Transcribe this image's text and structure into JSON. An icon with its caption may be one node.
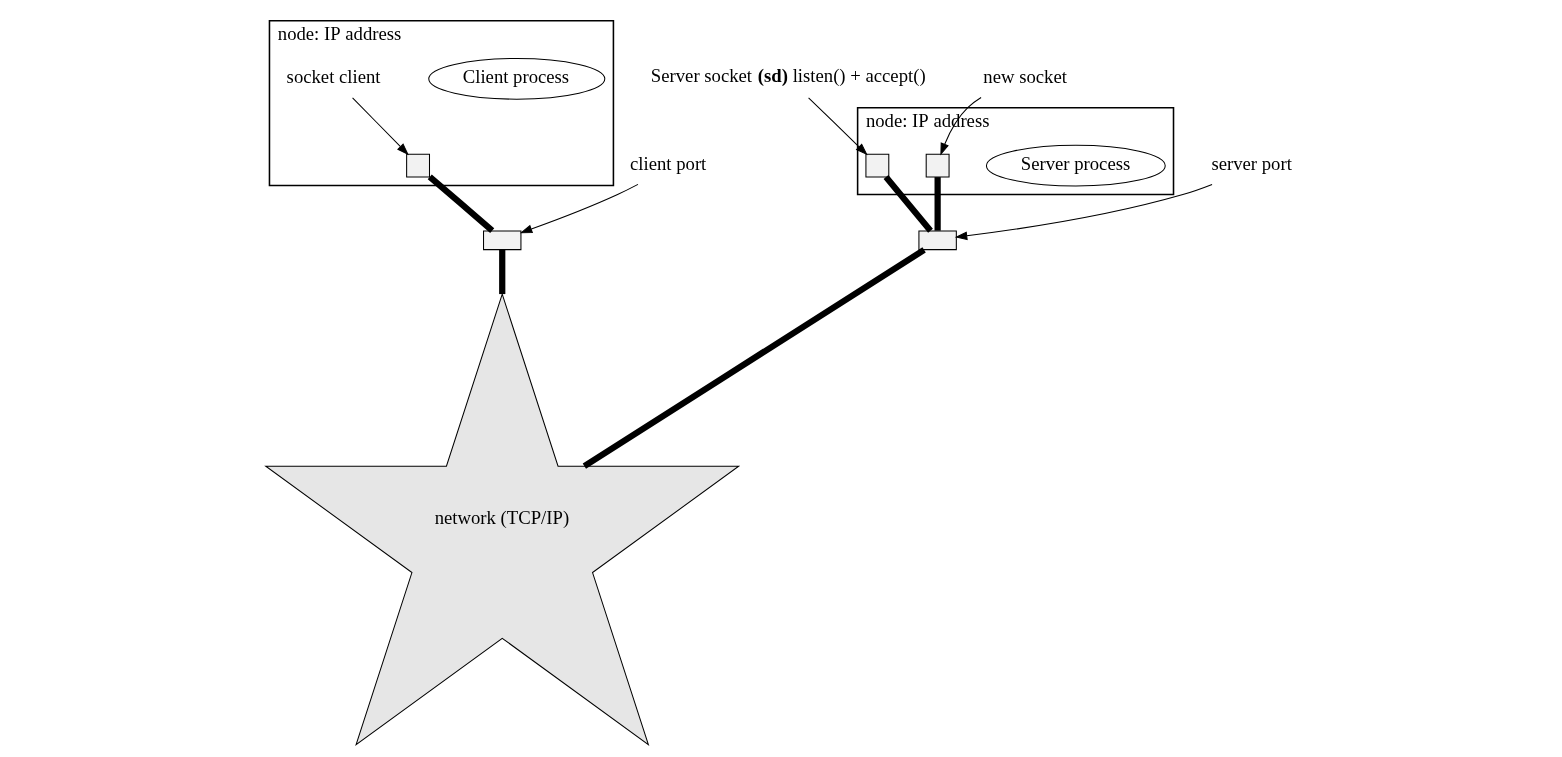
{
  "diagram": {
    "nodes": [
      {
        "text": [
          "node: IP address"
        ]
      },
      {
        "text": [
          "Client process"
        ],
        "in": 0
      },
      {
        "text": [],
        "shape": "box",
        "in": 0
      },
      {
        "text": [],
        "shape": "box"
      },
      {
        "text": [
          "socket client"
        ],
        "in": 0
      },
      {
        "text": [
          "client port"
        ]
      },
      {
        "text": [
          "node: IP address"
        ]
      },
      {
        "text": [
          "Server process"
        ],
        "in": 6
      },
      {
        "text": [],
        "shape": "box",
        "in": 6
      },
      {
        "text": [],
        "shape": "box",
        "in": 6
      },
      {
        "text": [],
        "shape": "box"
      },
      {
        "text": [
          "Server socket **(sd)** listen() + accept()"
        ]
      },
      {
        "text": [
          "new socket"
        ]
      },
      {
        "text": [
          "server port"
        ]
      },
      {
        "text": [
          "network (TCP/IP)"
        ]
      }
    ],
    "edges": [
      {
        "from": 4,
        "to": 2,
        "arrow": "to"
      },
      {
        "from": 2,
        "to": 3,
        "arrow": "none",
        "style": "thick"
      },
      {
        "from": 5,
        "to": 3,
        "arrow": "to"
      },
      {
        "from": 3,
        "to": 14,
        "arrow": "none",
        "style": "thick"
      },
      {
        "from": 14,
        "to": 10,
        "arrow": "none",
        "style": "thick"
      },
      {
        "from": 8,
        "to": 10,
        "arrow": "none",
        "style": "thick"
      },
      {
        "from": 9,
        "to": 10,
        "arrow": "none",
        "style": "thick"
      },
      {
        "from": 11,
        "to": 8,
        "arrow": "to"
      },
      {
        "from": 12,
        "to": 9,
        "arrow": "to"
      },
      {
        "from": 13,
        "to": 10,
        "arrow": "to"
      }
    ]
  }
}
